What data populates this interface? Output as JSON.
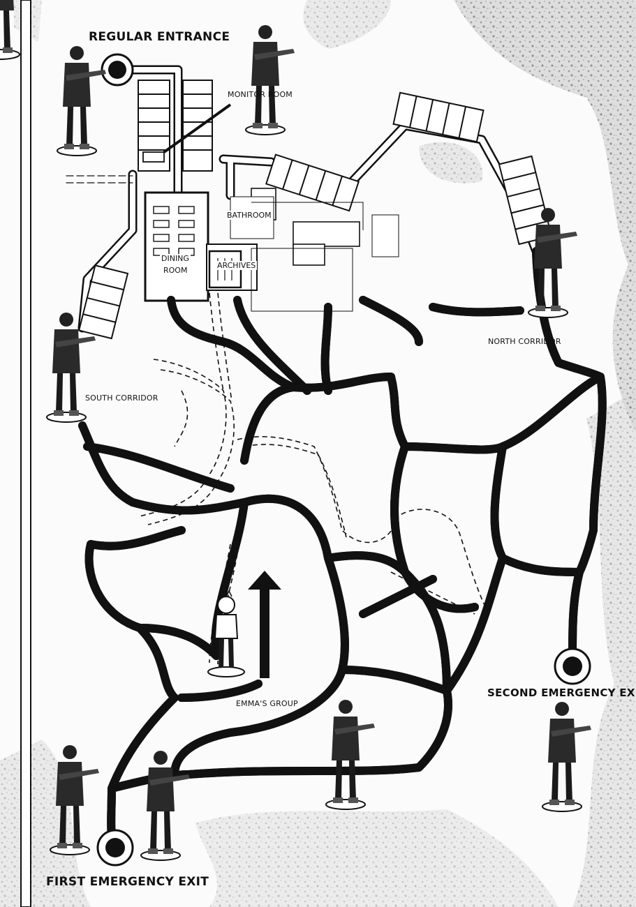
{
  "map": {
    "labels": {
      "regular_entrance": "REGULAR ENTRANCE",
      "monitor_room": "MONITOR ROOM",
      "bathroom": "BATHROOM",
      "dining_room_line1": "DINING",
      "dining_room_line2": "ROOM",
      "archives": "ARCHIVES",
      "north_corridor": "NORTH CORRIDOR",
      "south_corridor": "SOUTH CORRIDOR",
      "emmas_group": "EMMA'S GROUP",
      "second_emergency_exit": "SECOND EMERGENCY EXIT",
      "first_emergency_exit": "FIRST EMERGENCY EXIT"
    },
    "colors": {
      "ink": "#111111",
      "paper": "#fbfbfb",
      "texture": "#9a9a9a"
    },
    "markers": {
      "exits": [
        "regular-entrance-hole-icon",
        "second-exit-hole-icon",
        "first-exit-hole-icon"
      ],
      "direction": "arrow-up-icon",
      "figures": [
        "guard-figure-icon",
        "child-figure-icon"
      ]
    }
  }
}
